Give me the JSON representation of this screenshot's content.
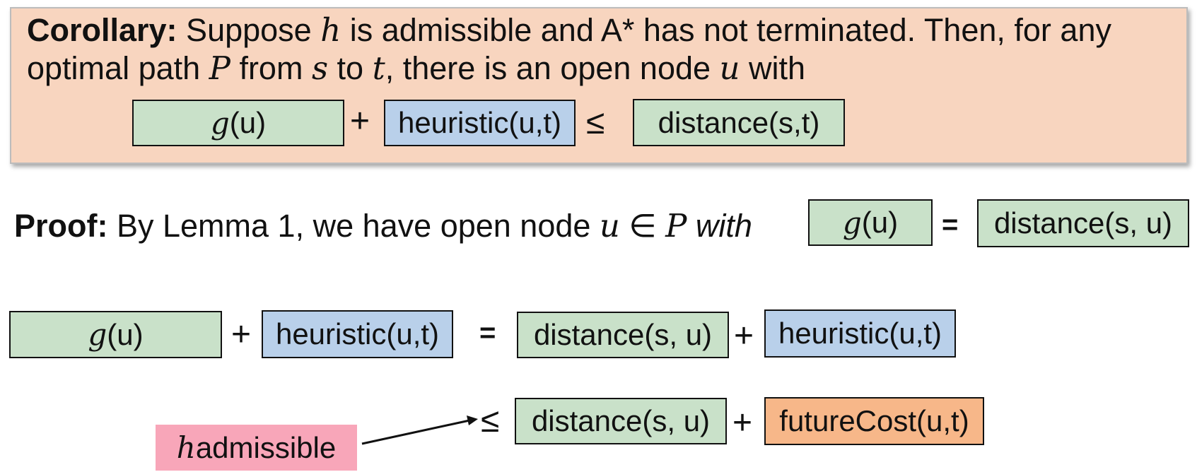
{
  "corollary": {
    "label": "Corollary:",
    "line1_a": " Suppose ",
    "h": "h",
    "line1_b": " is admissible and A* has not terminated. Then, for any",
    "line2_a": "optimal path ",
    "P": "P",
    "line2_b": " from ",
    "s": "s",
    "line2_c": " to ",
    "t": "t",
    "line2_d": ", there is an open node ",
    "u": "u",
    "line2_e": " with",
    "eq": {
      "g": "g",
      "g_arg": "(u)",
      "plus": "+",
      "heuristic": "heuristic(u,t)",
      "leq": "≤",
      "distance": "distance(s,t)"
    }
  },
  "proof": {
    "label": "Proof:",
    "text_a": " By Lemma 1, we have open node ",
    "u": "u",
    "in": " ∈ ",
    "P": "P",
    "with": " with",
    "g": "g",
    "g_arg": "(u)",
    "equals": "=",
    "distance": "distance(s, u)"
  },
  "row2": {
    "g": "g",
    "g_arg": "(u)",
    "plus1": "+",
    "heuristic1": "heuristic(u,t)",
    "equals": "=",
    "distance": "distance(s, u)",
    "plus2": "+",
    "heuristic2": "heuristic(u,t)"
  },
  "row3": {
    "leq": "≤",
    "distance": "distance(s, u)",
    "plus": "+",
    "future": "futureCost(u,t)",
    "note_h": "h",
    "note_text": " admissible"
  },
  "colors": {
    "corollary_bg": "#f8d5bf",
    "green_box": "#c9e1c9",
    "blue_box": "#b9d0ea",
    "orange_box": "#f7b789",
    "pink_note": "#f8a6b9"
  }
}
